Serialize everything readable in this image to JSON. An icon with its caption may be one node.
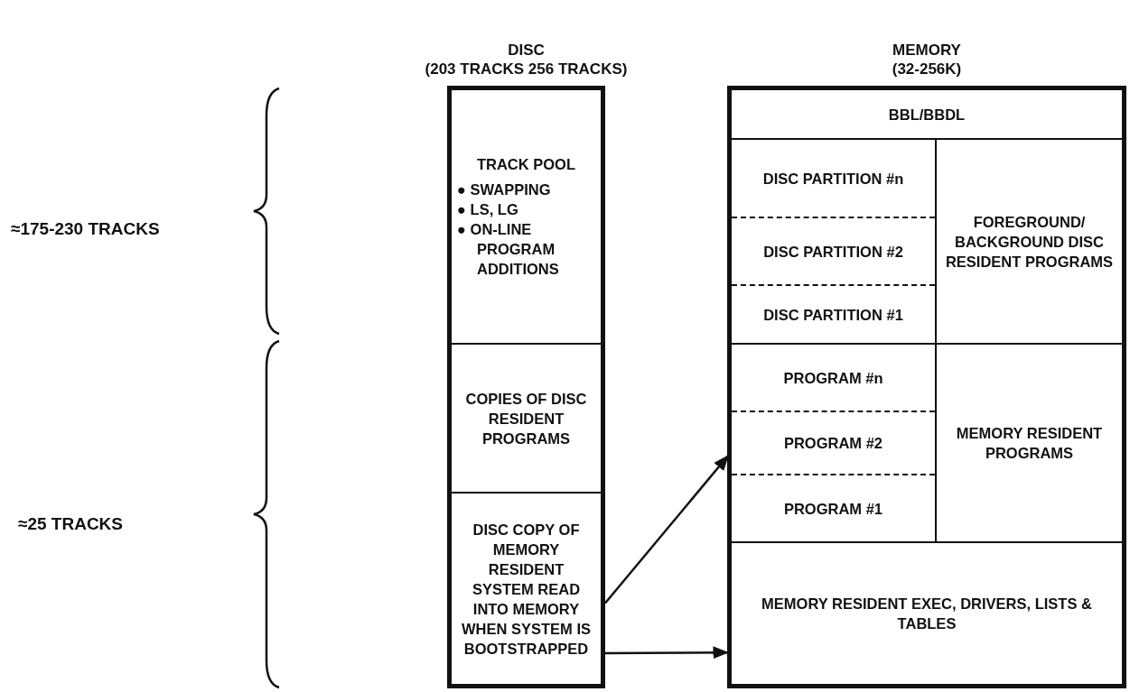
{
  "diagram": {
    "nodes": [
      {
        "text": [
          "DISC",
          "(203 TRACKS 256 TRACKS)"
        ]
      },
      {
        "text": [
          "TRACK POOL",
          "● SWAPPING",
          "● LS, LG",
          "● ON-LINE PROGRAM ADDITIONS"
        ],
        "in": 0
      },
      {
        "text": [
          "COPIES OF DISC RESIDENT PROGRAMS"
        ],
        "in": 0
      },
      {
        "text": [
          "DISC COPY OF MEMORY RESIDENT SYSTEM READ INTO MEMORY WHEN SYSTEM IS BOOTSTRAPPED"
        ],
        "in": 0
      },
      {
        "text": [
          "MEMORY",
          "(32-256K)"
        ]
      },
      {
        "text": [
          "BBL/BBDL"
        ],
        "in": 4
      },
      {
        "text": [
          "DISC PARTITION #n"
        ],
        "in": 4
      },
      {
        "text": [
          "DISC PARTITION #2"
        ],
        "in": 4
      },
      {
        "text": [
          "DISC PARTITION #1"
        ],
        "in": 4
      },
      {
        "text": [
          "FOREGROUND/ BACKGROUND DISC RESIDENT PROGRAMS"
        ],
        "in": 4
      },
      {
        "text": [
          "PROGRAM #n"
        ],
        "in": 4
      },
      {
        "text": [
          "PROGRAM #2"
        ],
        "in": 4
      },
      {
        "text": [
          "PROGRAM #1"
        ],
        "in": 4
      },
      {
        "text": [
          "MEMORY RESIDENT PROGRAMS"
        ],
        "in": 4
      },
      {
        "text": [
          "MEMORY RESIDENT EXEC, DRIVERS, LISTS & TABLES"
        ],
        "in": 4
      }
    ],
    "edges": [
      {
        "from": 3,
        "to": 11,
        "arrow": "to"
      },
      {
        "from": 3,
        "to": 14,
        "arrow": "to"
      }
    ],
    "labels": [
      "≈175-230 TRACKS",
      "≈25 TRACKS"
    ]
  }
}
